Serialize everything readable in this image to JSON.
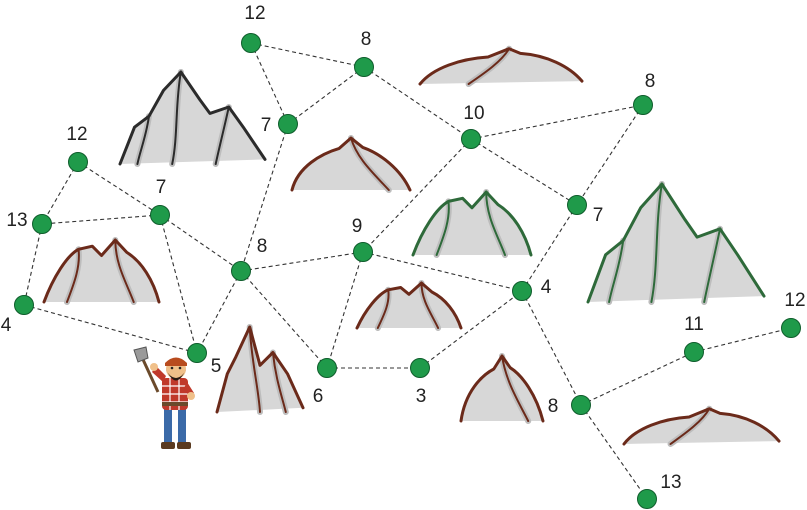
{
  "colors": {
    "node_fill": "#1f9a4a",
    "edge": "#333333",
    "mountain_fill": "#d7d7d7",
    "mountain_brown_edge": "#6b2a1a",
    "mountain_green_edge": "#2e6a3a",
    "mountain_dark_edge": "#2b2b2b"
  },
  "graph": {
    "nodes": [
      {
        "id": "n1",
        "label": "12"
      },
      {
        "id": "n2",
        "label": "8"
      },
      {
        "id": "n3",
        "label": "7"
      },
      {
        "id": "n4",
        "label": "10"
      },
      {
        "id": "n5",
        "label": "8"
      },
      {
        "id": "n6",
        "label": "12"
      },
      {
        "id": "n7",
        "label": "7"
      },
      {
        "id": "n8",
        "label": "13"
      },
      {
        "id": "n9",
        "label": "7"
      },
      {
        "id": "n10",
        "label": "9"
      },
      {
        "id": "n11",
        "label": "8"
      },
      {
        "id": "n12",
        "label": "4"
      },
      {
        "id": "n13",
        "label": "4"
      },
      {
        "id": "n14",
        "label": "5"
      },
      {
        "id": "n15",
        "label": "6"
      },
      {
        "id": "n16",
        "label": "3"
      },
      {
        "id": "n17",
        "label": "11"
      },
      {
        "id": "n18",
        "label": "12"
      },
      {
        "id": "n19",
        "label": "8"
      },
      {
        "id": "n20",
        "label": "13"
      }
    ],
    "edges": [
      [
        "n1",
        "n2"
      ],
      [
        "n1",
        "n3"
      ],
      [
        "n2",
        "n3"
      ],
      [
        "n2",
        "n4"
      ],
      [
        "n4",
        "n5"
      ],
      [
        "n4",
        "n9"
      ],
      [
        "n5",
        "n9"
      ],
      [
        "n4",
        "n10"
      ],
      [
        "n3",
        "n11"
      ],
      [
        "n6",
        "n7"
      ],
      [
        "n6",
        "n8"
      ],
      [
        "n7",
        "n8"
      ],
      [
        "n7",
        "n11"
      ],
      [
        "n7",
        "n14"
      ],
      [
        "n8",
        "n12"
      ],
      [
        "n12",
        "n14"
      ],
      [
        "n11",
        "n10"
      ],
      [
        "n11",
        "n14"
      ],
      [
        "n11",
        "n15"
      ],
      [
        "n10",
        "n15"
      ],
      [
        "n10",
        "n13"
      ],
      [
        "n9",
        "n13"
      ],
      [
        "n15",
        "n16"
      ],
      [
        "n16",
        "n13"
      ],
      [
        "n13",
        "n19"
      ],
      [
        "n19",
        "n17"
      ],
      [
        "n17",
        "n18"
      ],
      [
        "n19",
        "n20"
      ]
    ]
  },
  "mountains": [
    {
      "id": "m1",
      "edge": "dark"
    },
    {
      "id": "m2",
      "edge": "brown"
    },
    {
      "id": "m3",
      "edge": "brown"
    },
    {
      "id": "m4",
      "edge": "brown"
    },
    {
      "id": "m5",
      "edge": "green"
    },
    {
      "id": "m6",
      "edge": "green"
    },
    {
      "id": "m7",
      "edge": "brown"
    },
    {
      "id": "m8",
      "edge": "brown"
    },
    {
      "id": "m9",
      "edge": "brown"
    },
    {
      "id": "m10",
      "edge": "brown"
    }
  ]
}
